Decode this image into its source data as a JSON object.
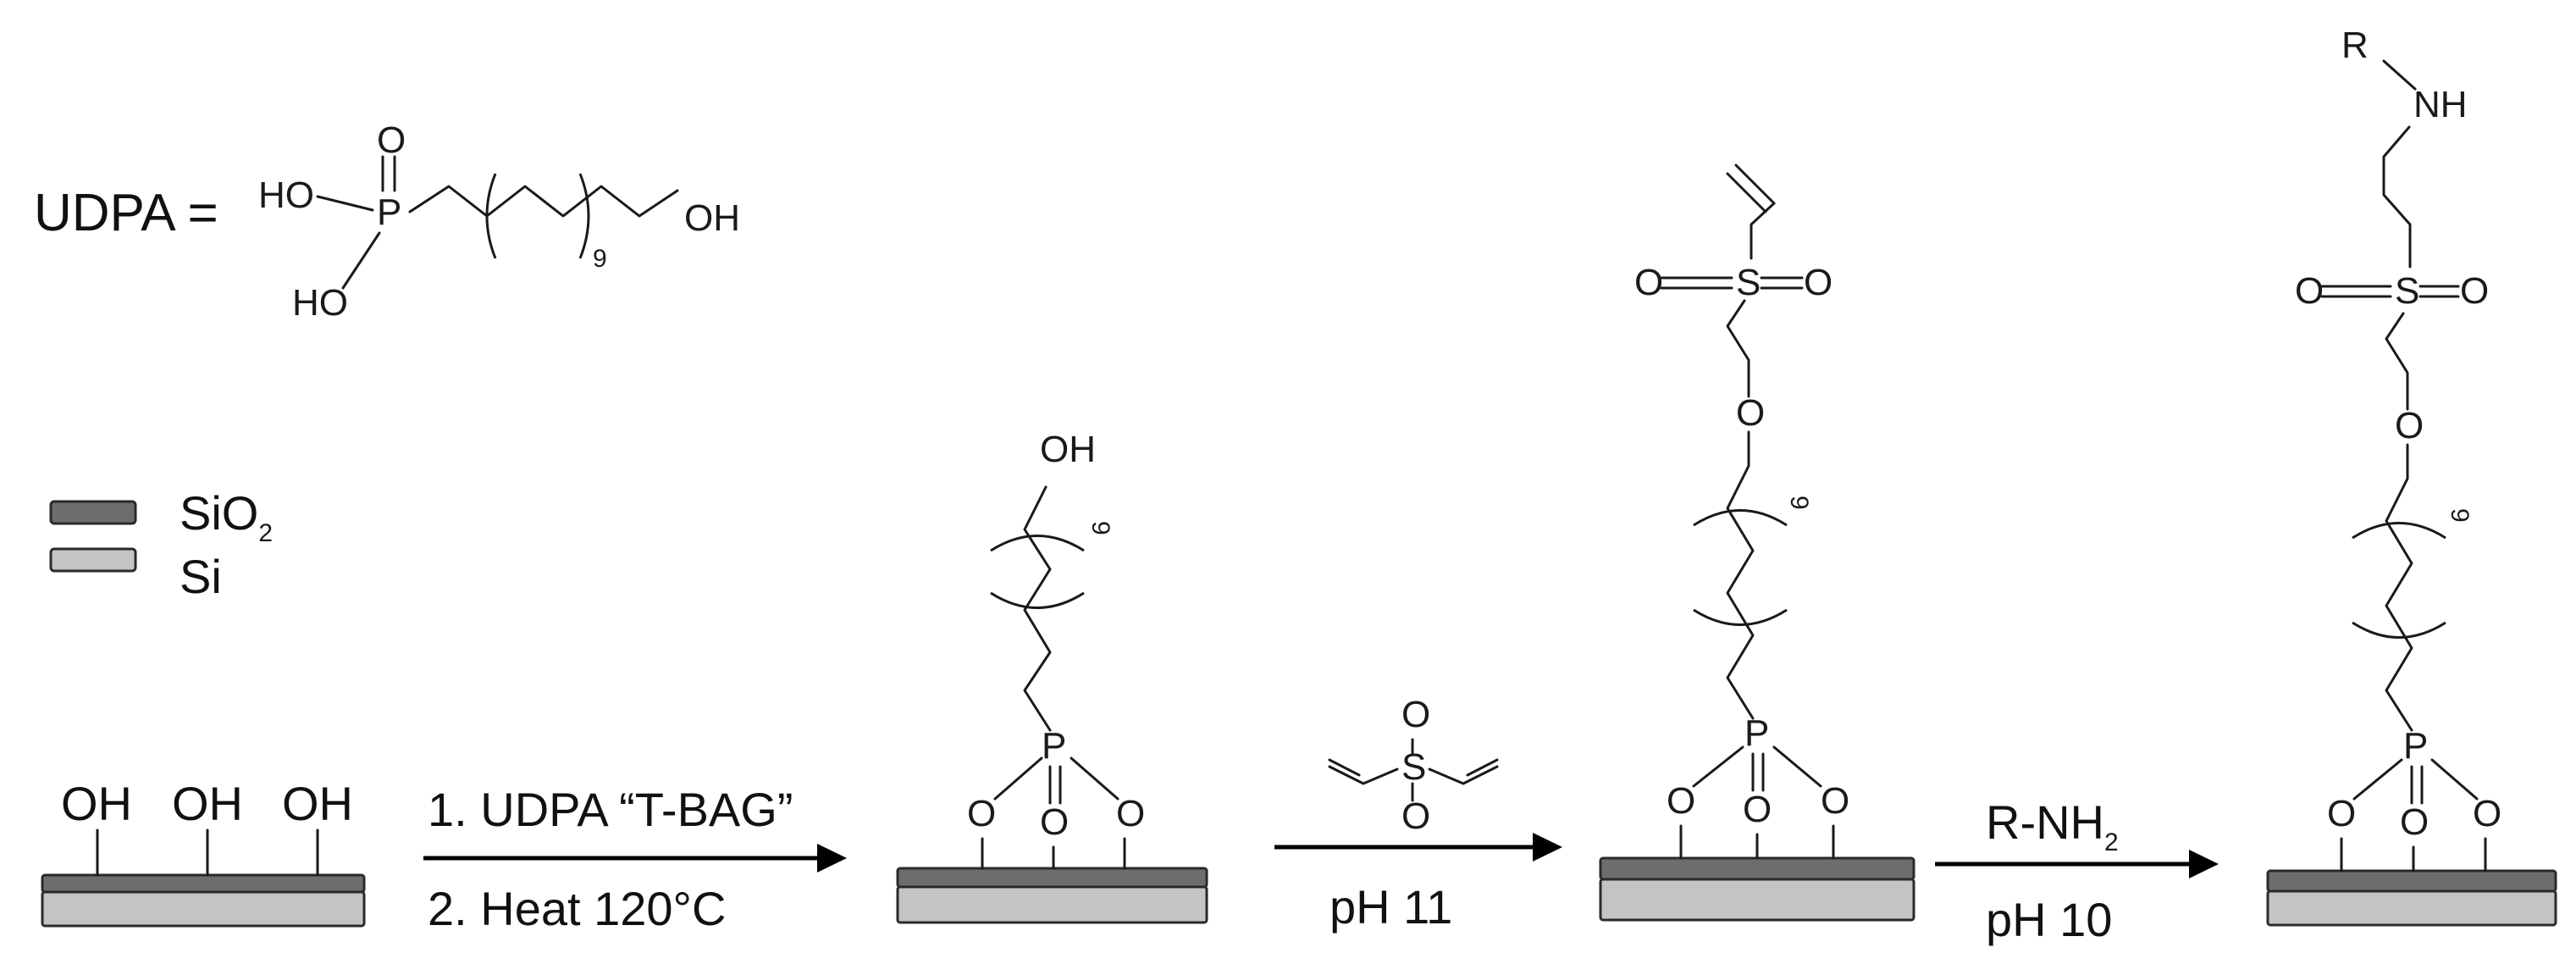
{
  "udpa": {
    "label": "UDPA =",
    "p": "P",
    "o": "O",
    "ho_top": "HO",
    "ho_bottom": "HO",
    "oh_end": "OH",
    "repeat": "9"
  },
  "legend": {
    "sio2_text": "SiO",
    "sio2_sub": "2",
    "si_text": "Si",
    "colors": {
      "sio2": "#6d6d6d",
      "si": "#c4c4c4"
    }
  },
  "substrate": {
    "oh_labels": [
      "OH",
      "OH",
      "OH"
    ]
  },
  "step1": {
    "line1": "1. UDPA “T-BAG”",
    "line2": "2. Heat 120°C"
  },
  "step2": {
    "condition": "pH 11",
    "o_label": "O",
    "s_label": "S"
  },
  "step3": {
    "reagent_text": "R-NH",
    "reagent_sub": "2",
    "condition": "pH 10"
  },
  "structure1": {
    "top": "OH",
    "repeat": "9",
    "p": "P",
    "o": "O"
  },
  "structure2": {
    "o_ether": "O",
    "s": "S",
    "o": "O",
    "repeat": "9",
    "p": "P"
  },
  "structure3": {
    "r": "R",
    "nh": "NH",
    "o_ether": "O",
    "s": "S",
    "o": "O",
    "repeat": "9",
    "p": "P"
  }
}
